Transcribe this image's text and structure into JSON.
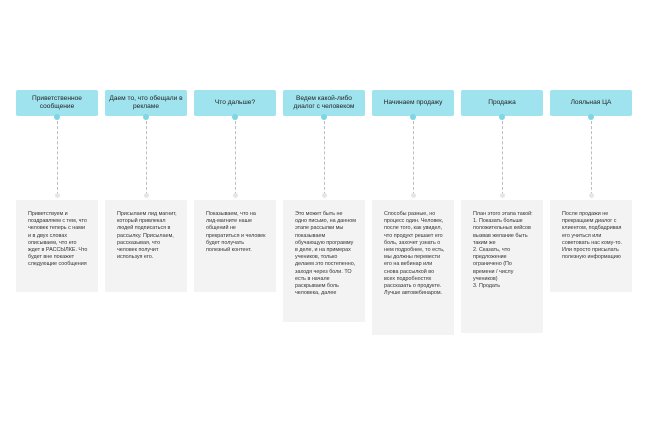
{
  "steps": [
    {
      "title": "Приветственное сообщение",
      "text": "Приветствуем и поздравляем с тем, что человек теперь с нами и в двух словах описываем, что его ждет в РАССЫЛКЕ. Что будет вне покажет следующие сообщения"
    },
    {
      "title": "Даем то, что обещали в рекламе",
      "text": "Присылаем лид магнит, который привлекал людей подписаться в рассылку. Присылаем, рассказывая, что человек получит используя его."
    },
    {
      "title": "Что дальше?",
      "text": "Показываем, что на лид-магните наше общений не прекратиться и человек будет получать полезный контент."
    },
    {
      "title": "Ведем какой-либо диалог с человеком",
      "text": "Это может быть не одно письмо, на данном этапе рассылки мы показываем обучающую программу в деле, и на примерах учеников, только делаем это постепенно, заходя через боли. ТО есть в начале раскрываем боль человека, далее"
    },
    {
      "title": "Начинаем продажу",
      "text": "Способы разные, но процесс один. Человек, после того, как увидел, что продукт решает его боль, захочет узнать о нем подробнее, то есть, мы должны перевести его на вебинар или снова рассылкой во всех подробностях рассказать о продукте. Лучше автовебинаром."
    },
    {
      "title": "Продажа",
      "text": "План этого этапа такой:\n1. Показать больше положительных кейсов вызвав желание быть таким же\n2. Сказать, что предложение ограничено (По времени / числу учеников)\n3. Продать"
    },
    {
      "title": "Лояльная ЦА",
      "text": "После продажи не прекращаем диалог с клиентом, подбадривая его учиться или советовать нас кому-то. Или просто присылать полезную информацию"
    }
  ]
}
